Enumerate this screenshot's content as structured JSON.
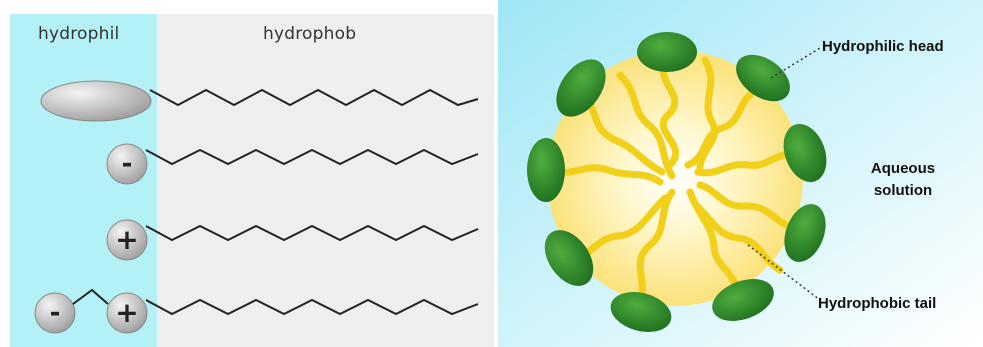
{
  "left_panel": {
    "hydrophilic_label": "hydrophil",
    "hydrophobic_label": "hydrophob",
    "head_charges": {
      "anionic": "-",
      "cationic": "+",
      "zwitterionic_negative": "-",
      "zwitterionic_positive": "+"
    }
  },
  "right_panel": {
    "head_label": "Hydrophilic head",
    "tail_label": "Hydrophobic tail",
    "medium_label_line1": "Aqueous",
    "medium_label_line2": "solution"
  },
  "colors": {
    "hydrophilic_band": "#b4f1f6",
    "hydrophobic_band": "#efefef",
    "head_green": "#2f8a2a",
    "tail_yellow": "#f2cf19",
    "core_glow": "#fde98a"
  }
}
